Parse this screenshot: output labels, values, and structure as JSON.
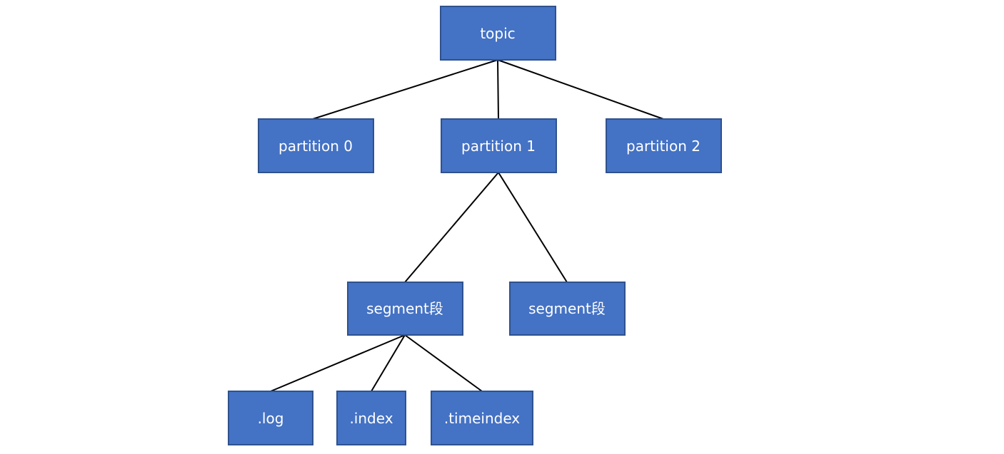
{
  "diagram": {
    "nodes": {
      "topic": {
        "label": "topic"
      },
      "partition0": {
        "label": "partition 0"
      },
      "partition1": {
        "label": "partition 1"
      },
      "partition2": {
        "label": "partition 2"
      },
      "segment1": {
        "label": "segment段"
      },
      "segment2": {
        "label": "segment段"
      },
      "log": {
        "label": ".log"
      },
      "index": {
        "label": ".index"
      },
      "timeindex": {
        "label": ".timeindex"
      }
    },
    "edges": [
      [
        "topic",
        "partition0"
      ],
      [
        "topic",
        "partition1"
      ],
      [
        "topic",
        "partition2"
      ],
      [
        "partition1",
        "segment1"
      ],
      [
        "partition1",
        "segment2"
      ],
      [
        "segment1",
        "log"
      ],
      [
        "segment1",
        "index"
      ],
      [
        "segment1",
        "timeindex"
      ]
    ],
    "colors": {
      "node_fill": "#4472c4",
      "node_border": "#2f528f",
      "node_text": "#ffffff",
      "edge": "#000000"
    }
  }
}
